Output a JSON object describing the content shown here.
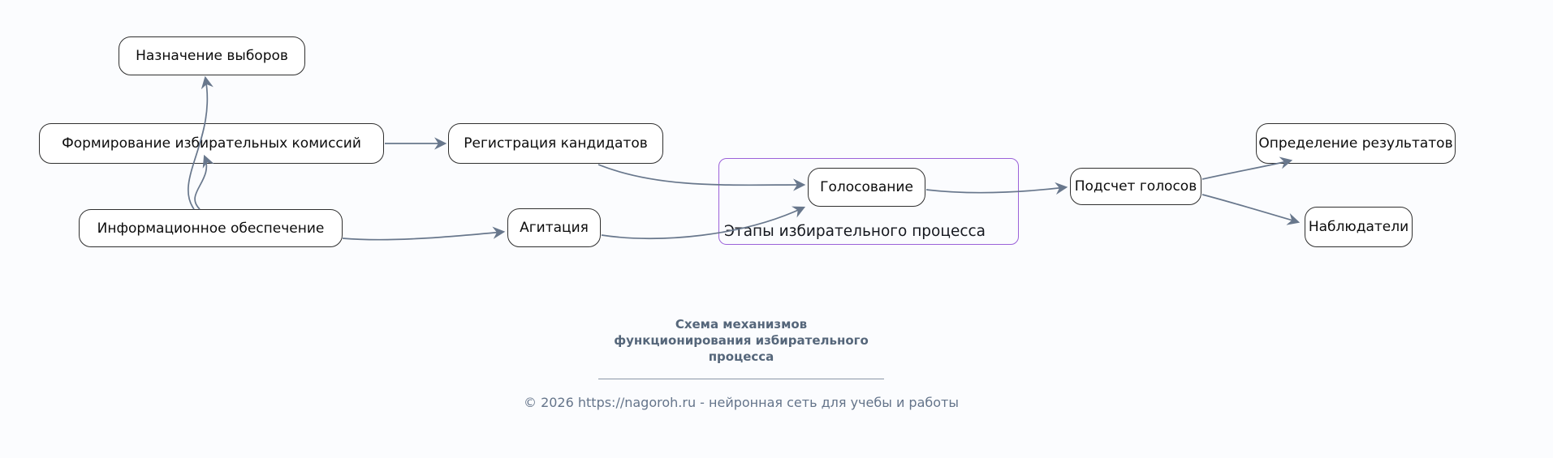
{
  "diagram": {
    "group": {
      "label": "Этапы избирательного процесса"
    },
    "nodes": [
      {
        "id": "naznachenie",
        "label": "Назначение выборов"
      },
      {
        "id": "formirovanie",
        "label": "Формирование избирательных комиссий"
      },
      {
        "id": "informacionnoe",
        "label": "Информационное обеспечение"
      },
      {
        "id": "registracia",
        "label": "Регистрация кандидатов"
      },
      {
        "id": "agitacia",
        "label": "Агитация"
      },
      {
        "id": "golosovanie",
        "label": "Голосование"
      },
      {
        "id": "podschet",
        "label": "Подсчет голосов"
      },
      {
        "id": "opredelenie",
        "label": "Определение результатов"
      },
      {
        "id": "nabludateli",
        "label": "Наблюдатели"
      }
    ],
    "edges": [
      {
        "from": "Информационное обеспечение",
        "to": "Формирование избирательных комиссий"
      },
      {
        "from": "Информационное обеспечение",
        "to": "Назначение выборов"
      },
      {
        "from": "Формирование избирательных комиссий",
        "to": "Регистрация кандидатов"
      },
      {
        "from": "Регистрация кандидатов",
        "to": "Голосование"
      },
      {
        "from": "Информационное обеспечение",
        "to": "Агитация"
      },
      {
        "from": "Агитация",
        "to": "Голосование"
      },
      {
        "from": "Голосование",
        "to": "Подсчет голосов"
      },
      {
        "from": "Подсчет голосов",
        "to": "Определение результатов"
      },
      {
        "from": "Подсчет голосов",
        "to": "Наблюдатели"
      }
    ]
  },
  "footer": {
    "title": "Схема механизмов функционирования избирательного процесса",
    "copyright": "© 2026 https://nagoroh.ru - нейронная сеть для учебы и работы"
  },
  "colors": {
    "edge": "#68778c",
    "node_border": "#2f2f2f",
    "group_border": "#9b62d9",
    "footer_text": "#55667a"
  }
}
